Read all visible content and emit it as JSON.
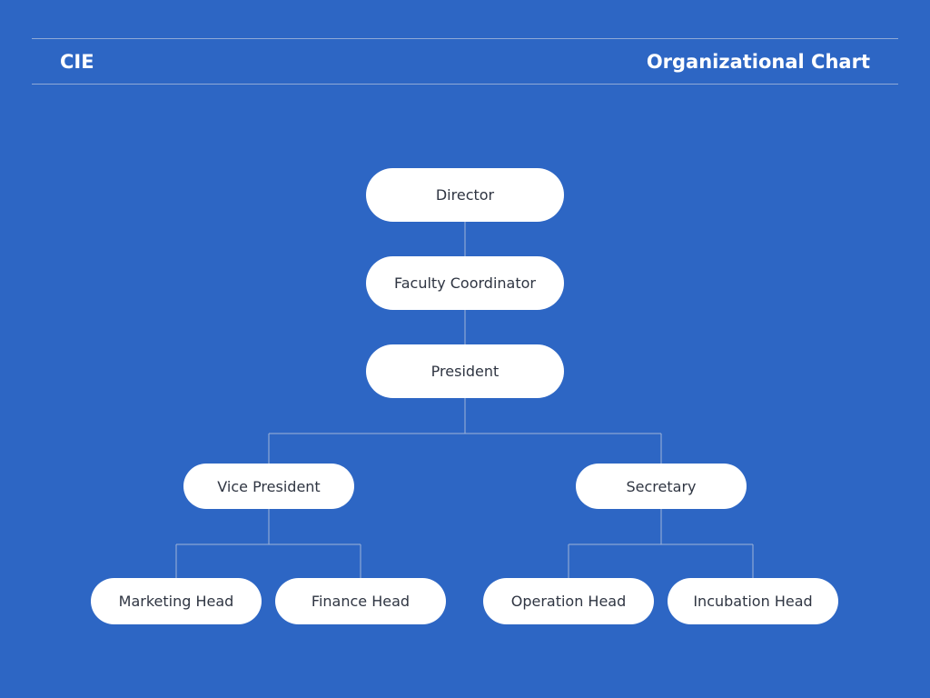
{
  "header": {
    "brand": "CIE",
    "title": "Organizational Chart"
  },
  "colors": {
    "background": "#2d66c4",
    "node_fill": "#ffffff",
    "node_text": "#2f3542",
    "connector": "#9fb4d8",
    "header_text": "#ffffff"
  },
  "nodes": {
    "director": "Director",
    "faculty_coordinator": "Faculty Coordinator",
    "president": "President",
    "vice_president": "Vice President",
    "secretary": "Secretary",
    "marketing_head": "Marketing Head",
    "finance_head": "Finance Head",
    "operation_head": "Operation Head",
    "incubation_head": "Incubation Head"
  },
  "edges": [
    [
      "director",
      "faculty_coordinator"
    ],
    [
      "faculty_coordinator",
      "president"
    ],
    [
      "president",
      "vice_president"
    ],
    [
      "president",
      "secretary"
    ],
    [
      "vice_president",
      "marketing_head"
    ],
    [
      "vice_president",
      "finance_head"
    ],
    [
      "secretary",
      "operation_head"
    ],
    [
      "secretary",
      "incubation_head"
    ]
  ]
}
